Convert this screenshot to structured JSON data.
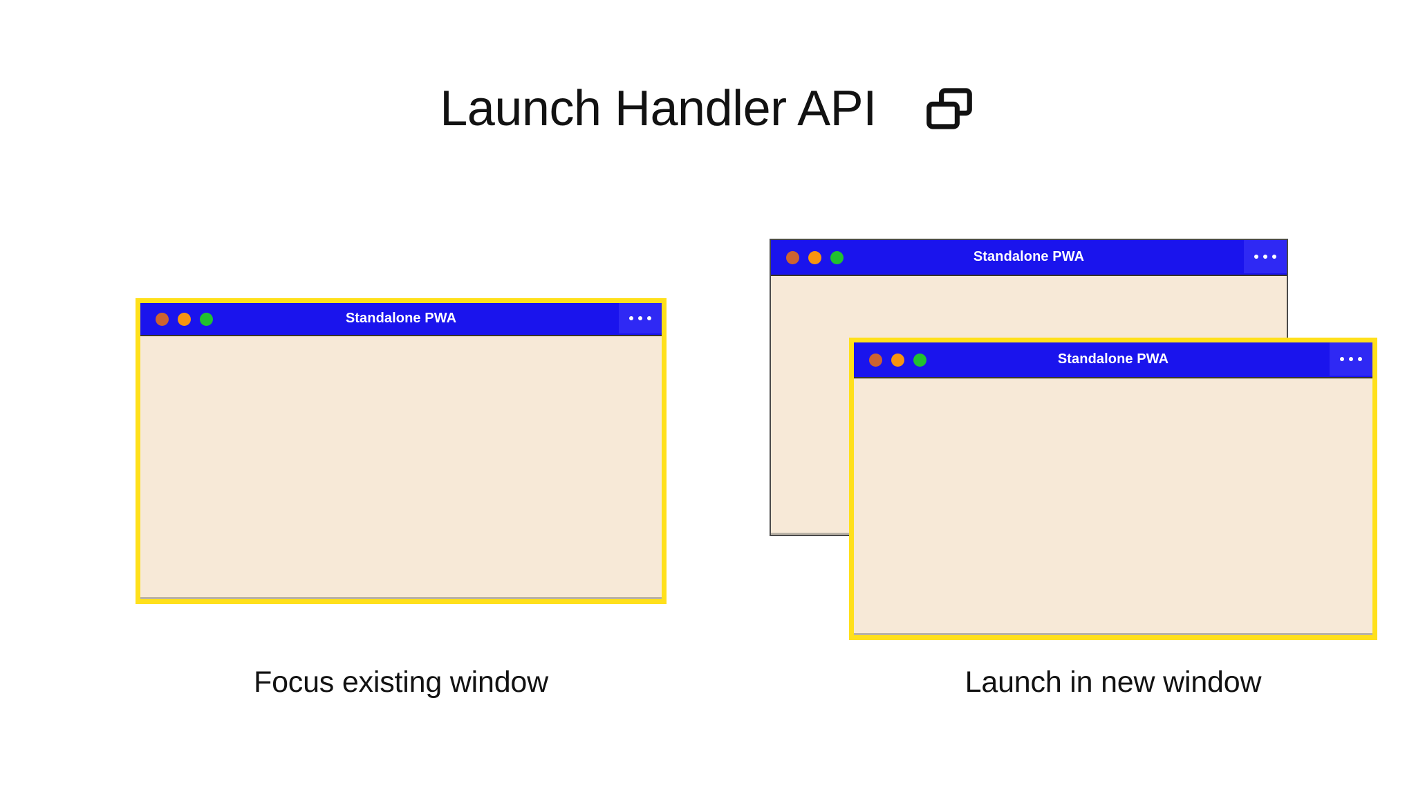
{
  "header": {
    "title": "Launch Handler API",
    "icon": "multi-window-icon"
  },
  "colors": {
    "page_background": "#ffffff",
    "titlebar_blue": "#1a14ed",
    "menu_blue": "#2f29f4",
    "window_body": "#f7e9d7",
    "highlight_border": "#ffe01b",
    "plain_border": "#4a4a4a",
    "dot_red": "#cd6330",
    "dot_amber": "#f89410",
    "dot_green": "#21c12f",
    "text": "#121212"
  },
  "scenarios": [
    {
      "id": "focus-existing-window",
      "caption": "Focus existing window",
      "windows": [
        {
          "id": "window-left",
          "title": "Standalone PWA",
          "highlighted": true,
          "menu_label": "…",
          "traffic_lights": [
            "close",
            "minimize",
            "maximize"
          ]
        }
      ]
    },
    {
      "id": "launch-in-new-window",
      "caption": "Launch in new window",
      "windows": [
        {
          "id": "window-back",
          "title": "Standalone PWA",
          "highlighted": false,
          "menu_label": "…",
          "traffic_lights": [
            "close",
            "minimize",
            "maximize"
          ]
        },
        {
          "id": "window-front",
          "title": "Standalone PWA",
          "highlighted": true,
          "menu_label": "…",
          "traffic_lights": [
            "close",
            "minimize",
            "maximize"
          ]
        }
      ]
    }
  ]
}
